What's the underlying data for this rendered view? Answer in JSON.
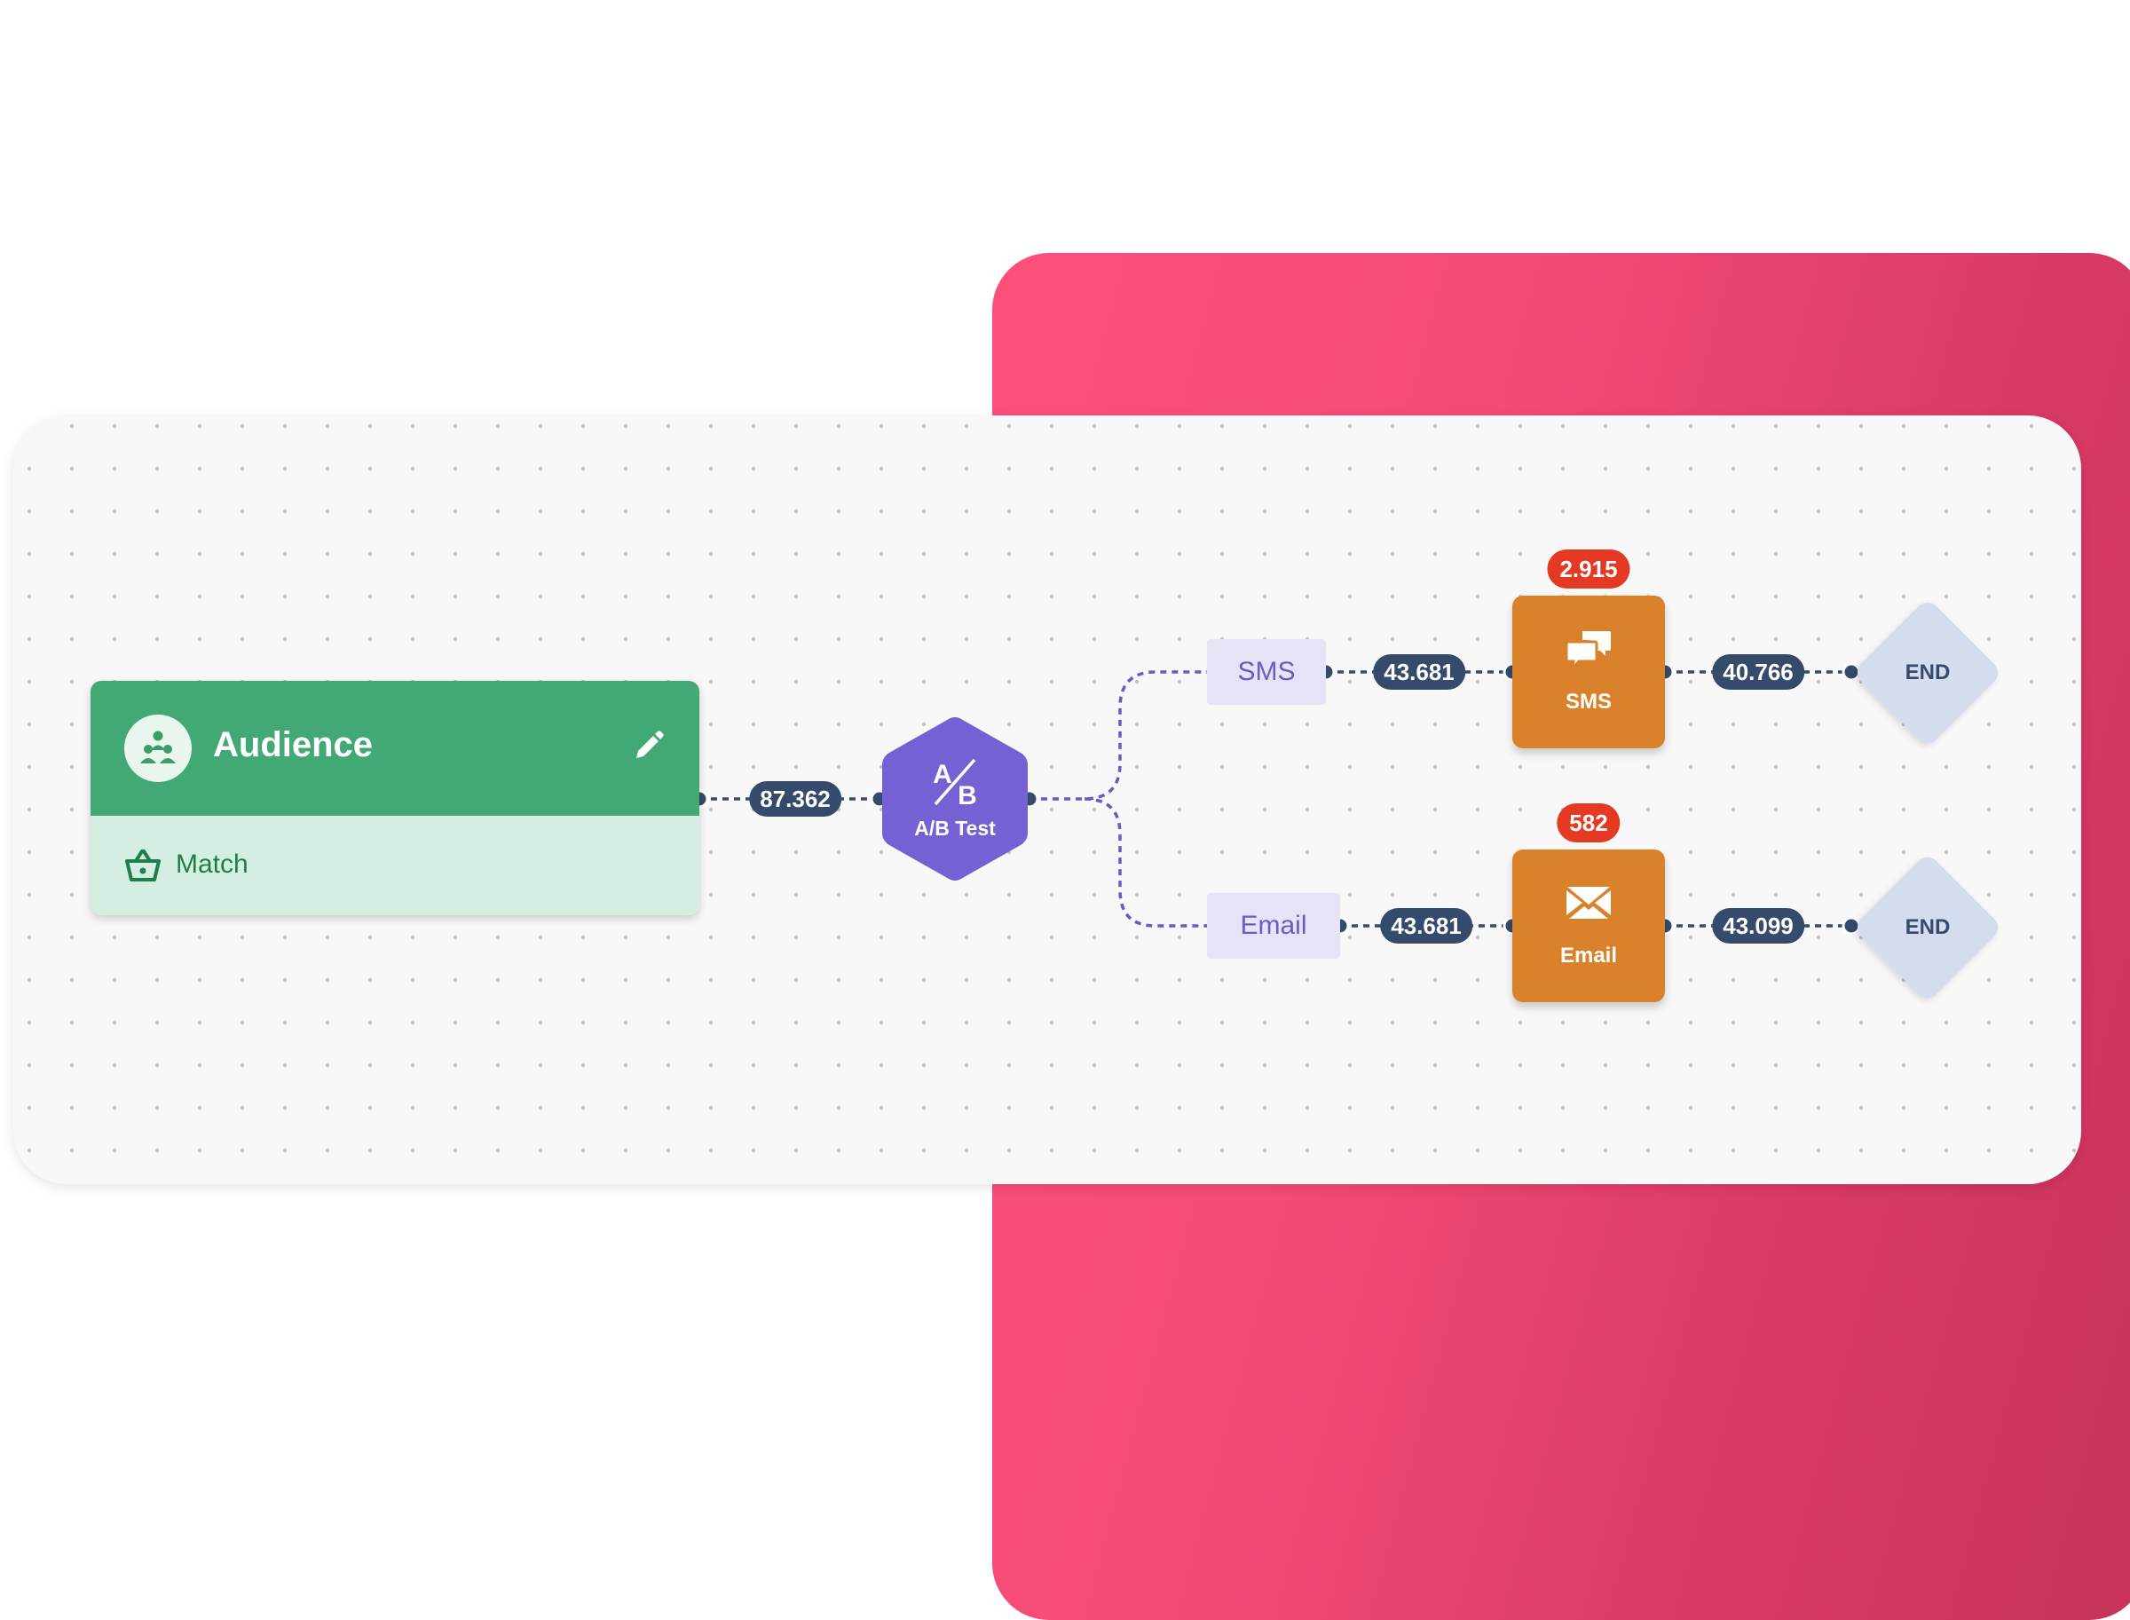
{
  "audience": {
    "title": "Audience",
    "filter_label": "Match",
    "icon": "group-icon",
    "edit_icon": "pencil-icon",
    "filter_icon": "basket-icon"
  },
  "ab_test": {
    "label": "A/B Test",
    "glyph_a": "A",
    "glyph_b": "B"
  },
  "counters": {
    "audience_to_ab": "87.362",
    "sms_branch_to_sms": "43.681",
    "email_branch_to_email": "43.681",
    "sms_to_end": "40.766",
    "email_to_end": "43.099"
  },
  "branches": {
    "sms": "SMS",
    "email": "Email"
  },
  "channels": {
    "sms": {
      "label": "SMS",
      "badge": "2.915",
      "icon": "chat-bubbles-icon"
    },
    "email": {
      "label": "Email",
      "badge": "582",
      "icon": "envelope-icon"
    }
  },
  "end_nodes": {
    "top": "END",
    "bottom": "END"
  },
  "colors": {
    "audience_green": "#42a874",
    "ab_purple": "#7561d4",
    "channel_orange": "#d9812b",
    "badge_red": "#e43a24",
    "counter_navy": "#354b6b",
    "end_blue": "#d3ddee",
    "background_pink": "#f44b76"
  }
}
